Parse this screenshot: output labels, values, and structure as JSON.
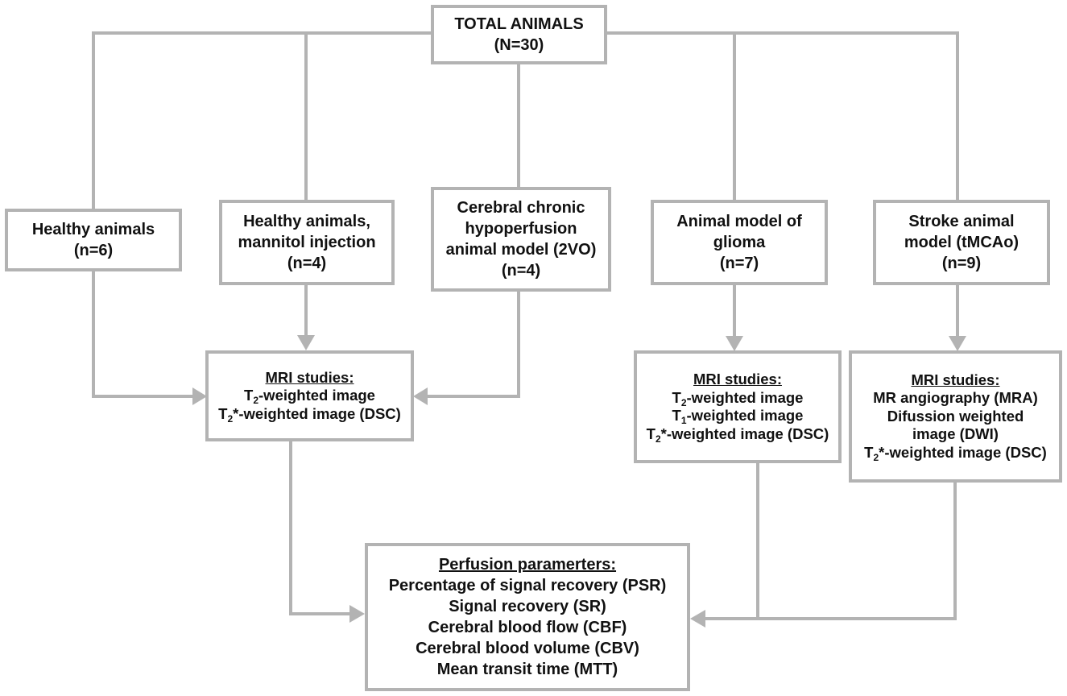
{
  "total": {
    "title": "TOTAL ANIMALS",
    "n": "(N=30)"
  },
  "groups": {
    "healthy": {
      "lines": [
        "Healthy animals",
        "(n=6)"
      ]
    },
    "mannitol": {
      "lines": [
        "Healthy animals,",
        "mannitol injection",
        "(n=4)"
      ]
    },
    "hypoperfusion": {
      "lines": [
        "Cerebral chronic",
        "hypoperfusion",
        "animal model (2VO)",
        "(n=4)"
      ]
    },
    "glioma": {
      "lines": [
        "Animal model of",
        "glioma",
        "(n=7)"
      ]
    },
    "stroke": {
      "lines": [
        "Stroke animal",
        "model (tMCAo)",
        "(n=9)"
      ]
    }
  },
  "mri_a": {
    "heading": "MRI studies:",
    "lines": [
      {
        "pre": "T",
        "sub": "2",
        "post": "-weighted image"
      },
      {
        "pre": "T",
        "sub": "2",
        "post": "*-weighted image (DSC)"
      }
    ]
  },
  "mri_b": {
    "heading": "MRI studies:",
    "lines": [
      {
        "pre": "T",
        "sub": "2",
        "post": "-weighted image"
      },
      {
        "pre": "T",
        "sub": "1",
        "post": "-weighted image"
      },
      {
        "pre": "T",
        "sub": "2",
        "post": "*-weighted image (DSC)"
      }
    ]
  },
  "mri_c": {
    "heading": "MRI studies:",
    "lines": [
      {
        "pre": "MR angiography (MRA)"
      },
      {
        "pre": "Difussion weighted"
      },
      {
        "pre": "image (DWI)"
      },
      {
        "pre": "T",
        "sub": "2",
        "post": "*-weighted image (DSC)"
      }
    ]
  },
  "perfusion": {
    "heading": "Perfusion paramerters:",
    "lines": [
      "Percentage of signal recovery (PSR)",
      "Signal recovery (SR)",
      "Cerebral blood flow (CBF)",
      "Cerebral blood volume (CBV)",
      "Mean transit time (MTT)"
    ]
  },
  "colors": {
    "connector": "#b3b3b3",
    "text": "#111111",
    "background": "#ffffff"
  }
}
